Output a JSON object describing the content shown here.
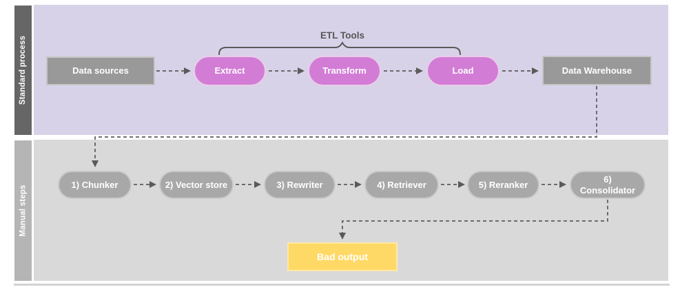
{
  "lanes": {
    "standard": {
      "label": "Standard process"
    },
    "manual": {
      "label": "Manual steps"
    }
  },
  "standard_process": {
    "data_sources": "Data sources",
    "etl_group_label": "ETL Tools",
    "extract": "Extract",
    "transform": "Transform",
    "load": "Load",
    "data_warehouse": "Data Warehouse"
  },
  "manual_steps": {
    "steps": [
      "1) Chunker",
      "2) Vector store",
      "3) Rewriter",
      "4) Retriever",
      "5) Reranker",
      "6) Consolidator"
    ],
    "bad_output": "Bad output"
  },
  "colors": {
    "standard_lane_bg": "#d8d2e8",
    "standard_lane_bar": "#666666",
    "manual_lane_bg": "#d9d9d9",
    "manual_lane_bar": "#b5b5b5",
    "etl_pill_fill": "#d27cd5",
    "gray_box_fill": "#999999",
    "gray_pill_fill": "#a8a8a8",
    "bad_output_fill": "#ffd966",
    "connector": "#5a5a5a"
  }
}
